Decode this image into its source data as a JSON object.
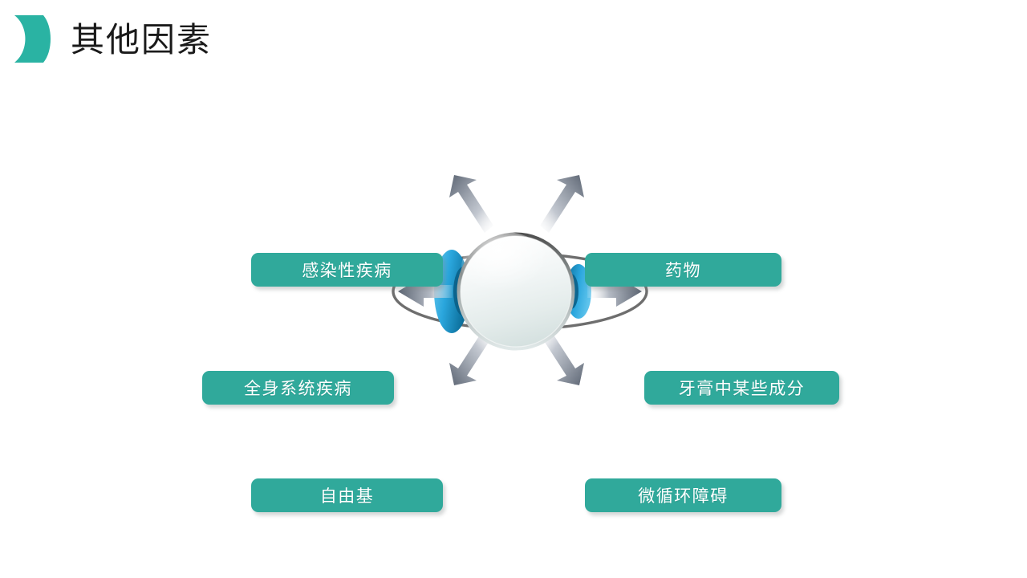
{
  "header": {
    "title": "其他因素",
    "accent_icon": "leaf-accent-shape",
    "accent_color": "#2ab3a3",
    "title_color": "#1a1a1a"
  },
  "theme": {
    "box_fill": "#30a99b",
    "box_text": "#ffffff",
    "arrow_dark": "#5b6472",
    "arrow_light": "#ffffff",
    "orbit_stroke": "#6e6e6e",
    "sphere_light": "#ffffff",
    "sphere_shade": "#dde5e5",
    "sphere_rim": "#585858",
    "lens_blue_light": "#36b2e8",
    "lens_blue_dark": "#0a6a96",
    "background": "#ffffff"
  },
  "diagram": {
    "type": "radial-hub-and-spoke",
    "center_icon": "glossy-sphere-with-orbit",
    "labels": [
      {
        "id": "infection",
        "text": "感染性疾病",
        "position": "top-left"
      },
      {
        "id": "drugs",
        "text": "药物",
        "position": "top-right"
      },
      {
        "id": "systemic",
        "text": "全身系统疾病",
        "position": "middle-left"
      },
      {
        "id": "toothpaste",
        "text": "牙膏中某些成分",
        "position": "middle-right"
      },
      {
        "id": "radicals",
        "text": "自由基",
        "position": "bottom-left"
      },
      {
        "id": "micro",
        "text": "微循环障碍",
        "position": "bottom-right"
      }
    ],
    "arrows": [
      {
        "id": "arrow-up-left",
        "direction": "up-left",
        "icon": "arrow-icon"
      },
      {
        "id": "arrow-up-right",
        "direction": "up-right",
        "icon": "arrow-icon"
      },
      {
        "id": "arrow-left",
        "direction": "left",
        "icon": "arrow-icon"
      },
      {
        "id": "arrow-right",
        "direction": "right",
        "icon": "arrow-icon"
      },
      {
        "id": "arrow-down-left",
        "direction": "down-left",
        "icon": "arrow-icon"
      },
      {
        "id": "arrow-down-right",
        "direction": "down-right",
        "icon": "arrow-icon"
      }
    ]
  }
}
